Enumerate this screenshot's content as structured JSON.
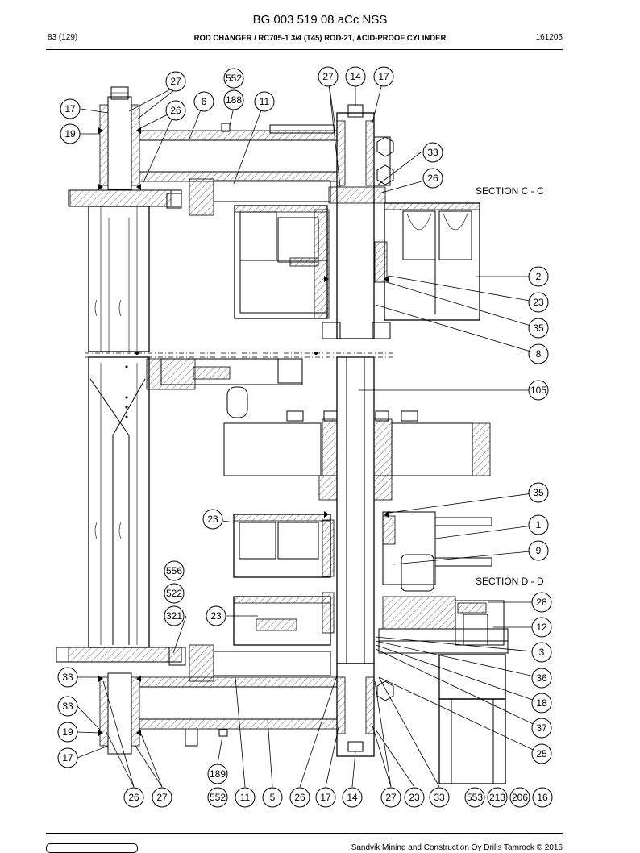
{
  "header": {
    "doc_title": "BG 003 519 08 aCc NSS",
    "page": "83 (129)",
    "subtitle": "ROD CHANGER / RC705-1 3/4 (T45) ROD-21, ACID-PROOF CYLINDER",
    "date_code": "161205"
  },
  "sections": {
    "upper": "SECTION C - C",
    "lower": "SECTION D - D"
  },
  "footer": {
    "copyright": "Sandvik Mining and Construction Oy Drills Tamrock © 2016"
  },
  "balloons": [
    {
      "id": "b27a",
      "label": "27"
    },
    {
      "id": "b552a",
      "label": "552"
    },
    {
      "id": "b188",
      "label": "188"
    },
    {
      "id": "b17a",
      "label": "17"
    },
    {
      "id": "b26a",
      "label": "26"
    },
    {
      "id": "b6",
      "label": "6"
    },
    {
      "id": "b11a",
      "label": "11"
    },
    {
      "id": "b19a",
      "label": "19"
    },
    {
      "id": "b27b",
      "label": "27"
    },
    {
      "id": "b14a",
      "label": "14"
    },
    {
      "id": "b17b",
      "label": "17"
    },
    {
      "id": "b33a",
      "label": "33"
    },
    {
      "id": "b26b",
      "label": "26"
    },
    {
      "id": "b2",
      "label": "2"
    },
    {
      "id": "b23a",
      "label": "23"
    },
    {
      "id": "b35a",
      "label": "35"
    },
    {
      "id": "b8",
      "label": "8"
    },
    {
      "id": "b105",
      "label": "105"
    },
    {
      "id": "b35b",
      "label": "35"
    },
    {
      "id": "b23b",
      "label": "23"
    },
    {
      "id": "b1",
      "label": "1"
    },
    {
      "id": "b9",
      "label": "9"
    },
    {
      "id": "b556",
      "label": "556"
    },
    {
      "id": "b522",
      "label": "522"
    },
    {
      "id": "b321",
      "label": "321"
    },
    {
      "id": "b23c",
      "label": "23"
    },
    {
      "id": "b28",
      "label": "28"
    },
    {
      "id": "b12",
      "label": "12"
    },
    {
      "id": "b3",
      "label": "3"
    },
    {
      "id": "b36",
      "label": "36"
    },
    {
      "id": "b33b",
      "label": "33"
    },
    {
      "id": "b18",
      "label": "18"
    },
    {
      "id": "b33c",
      "label": "33"
    },
    {
      "id": "b37",
      "label": "37"
    },
    {
      "id": "b19b",
      "label": "19"
    },
    {
      "id": "b25",
      "label": "25"
    },
    {
      "id": "b17c",
      "label": "17"
    },
    {
      "id": "b189",
      "label": "189"
    },
    {
      "id": "b26c",
      "label": "26"
    },
    {
      "id": "b27c",
      "label": "27"
    },
    {
      "id": "b552b",
      "label": "552"
    },
    {
      "id": "b11b",
      "label": "11"
    },
    {
      "id": "b5",
      "label": "5"
    },
    {
      "id": "b26d",
      "label": "26"
    },
    {
      "id": "b17d",
      "label": "17"
    },
    {
      "id": "b14b",
      "label": "14"
    },
    {
      "id": "b27d",
      "label": "27"
    },
    {
      "id": "b23d",
      "label": "23"
    },
    {
      "id": "b33d",
      "label": "33"
    },
    {
      "id": "b553",
      "label": "553"
    },
    {
      "id": "b213",
      "label": "213"
    },
    {
      "id": "b206",
      "label": "206"
    },
    {
      "id": "b16",
      "label": "16"
    }
  ]
}
